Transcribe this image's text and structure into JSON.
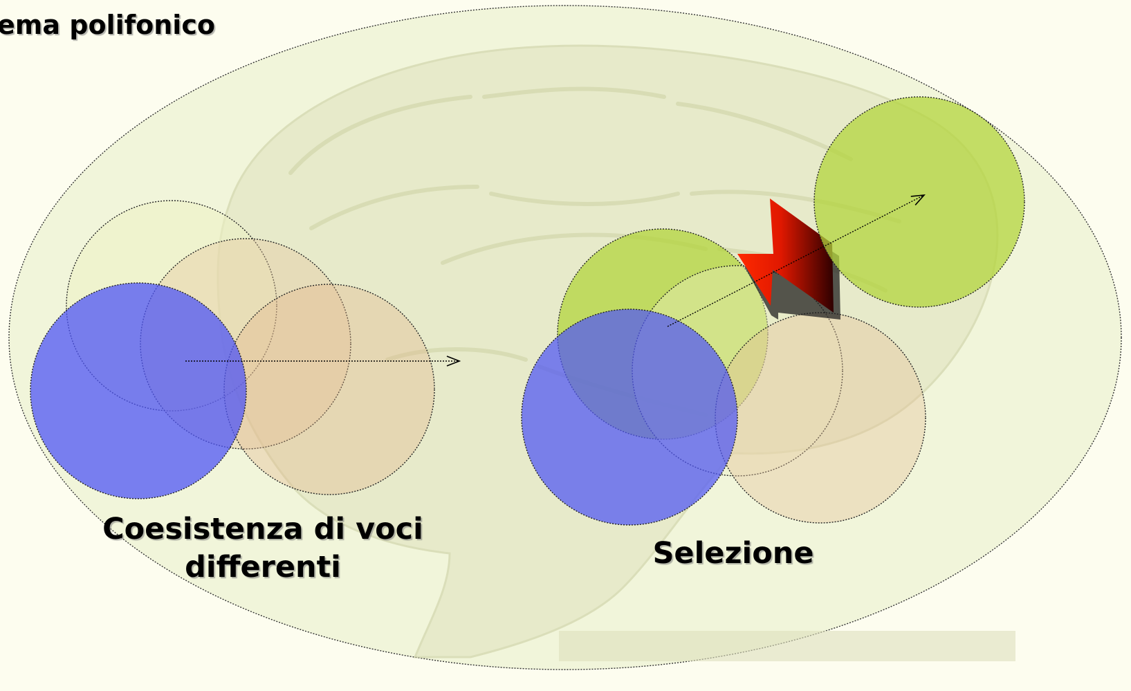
{
  "title": "ema polifonico",
  "labels": {
    "left_line1": "Coesistenza di voci",
    "left_line2": "differenti",
    "right": "Selezione"
  },
  "colors": {
    "background": "#fdfdef",
    "outer_ellipse_fill": "#eef3d6",
    "brain_tint": "#d9ddb4",
    "green_circle": "#b6d645",
    "blue_circle": "#5b5fee",
    "peach_circle": "#e9b98e",
    "pale_circle": "#eef0c6",
    "arrow_red": "#ff2200",
    "arrow_dark": "#3a0000"
  }
}
